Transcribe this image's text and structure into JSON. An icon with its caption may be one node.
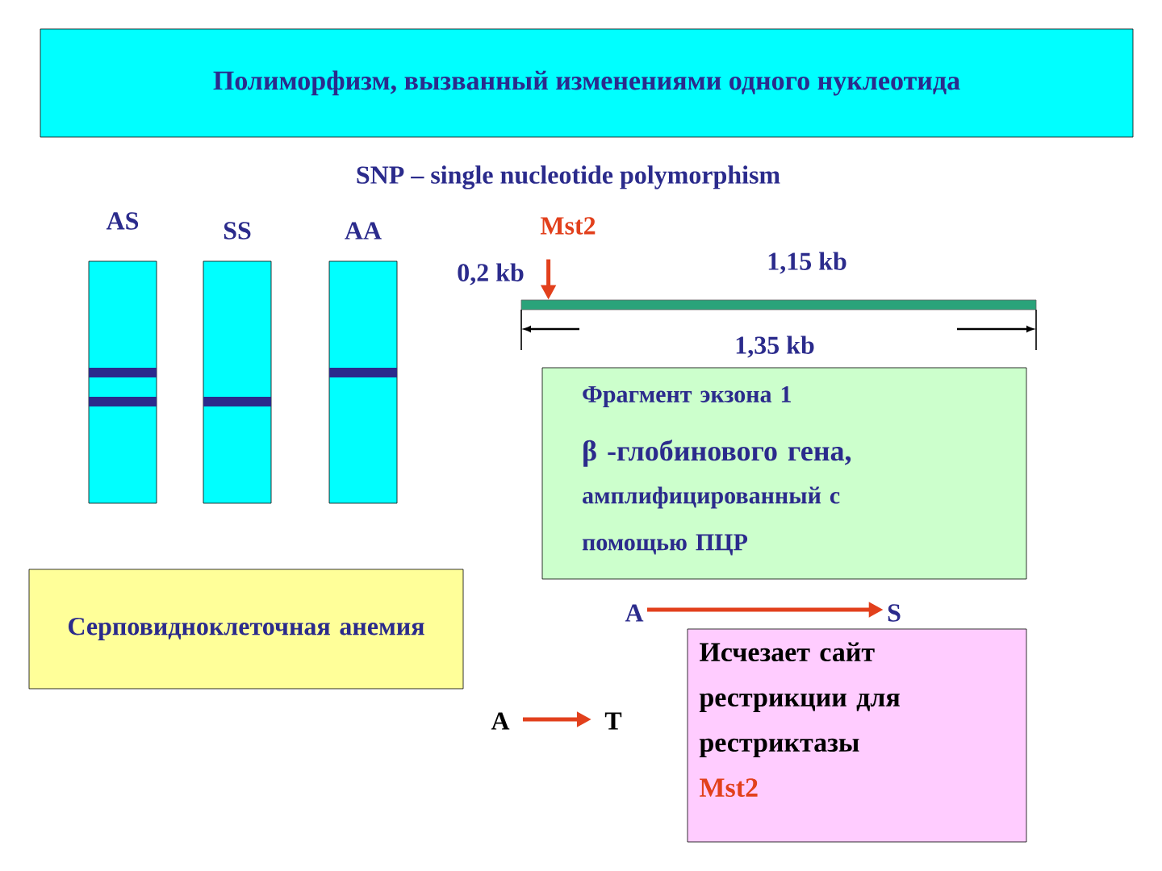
{
  "diagram": {
    "title": "Полиморфизм, вызванный изменениями одного нуклеотида",
    "nodes": [
      {
        "text": [
          "AS"
        ]
      },
      {
        "text": [
          "SS"
        ]
      },
      {
        "text": [
          "AA"
        ]
      },
      {
        "text": [
          "Mst2"
        ]
      },
      {
        "text": [],
        "shape": "bar"
      },
      {
        "text": [
          "Фрагмент экзона 1",
          "β -глобинового гена,",
          "амплифицированный с помощью ПЦР"
        ]
      },
      {
        "text": [
          "Серповидноклеточная анемия"
        ]
      },
      {
        "text": [
          "A"
        ]
      },
      {
        "text": [
          "S"
        ]
      },
      {
        "text": [
          "Исчезает сайт рестрикции для рестриктазы",
          "Mst2"
        ]
      },
      {
        "text": [
          "A"
        ]
      },
      {
        "text": [
          "T"
        ]
      }
    ],
    "edges": [
      {
        "from": 3,
        "to": 4,
        "arrow": "to"
      },
      {
        "from": 7,
        "to": 8,
        "arrow": "to"
      },
      {
        "from": 10,
        "to": 11,
        "arrow": "to"
      }
    ],
    "labels": [
      "SNP – single nucleotide polymorphism",
      "0,2 kb",
      "1,15 kb",
      "1,35 kb"
    ]
  }
}
